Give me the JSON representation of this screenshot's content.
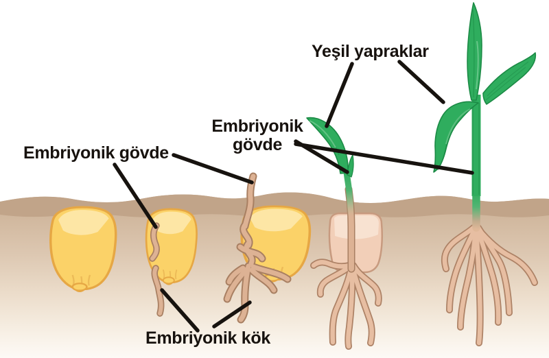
{
  "figure": {
    "subject": "corn-seed-germination-stages",
    "stages_count": 5,
    "labels": {
      "stem_left": {
        "text": "Embriyonik gövde"
      },
      "stem_center": {
        "line1": "Embriyonik",
        "line2": "gövde"
      },
      "green_leaves": {
        "text": "Yeşil yapraklar"
      },
      "root": {
        "text": "Embriyonik kök"
      }
    },
    "colors": {
      "label_text": "#17120e",
      "leader_line": "#17130f",
      "soil_band": "#c1a489",
      "soil_top": "#c9ae93",
      "soil_bottom": "#fdfaf6",
      "seed_yellow": "#fbd268",
      "seed_yellow_light": "#fdeab0",
      "seed_outline": "#e6a744",
      "sprout_tan": "#ddb294",
      "sprout_outline": "#a87f62",
      "root_tan": "#e7bea2",
      "root_outline": "#ad8266",
      "remnant_pink": "#f2cfb8",
      "remnant_light": "#f8e3d4",
      "remnant_outline": "#c79a7f",
      "leaf_green": "#2fad5e",
      "leaf_green_dark": "#1b8a45",
      "leaf_green_light": "#74ca92"
    }
  }
}
